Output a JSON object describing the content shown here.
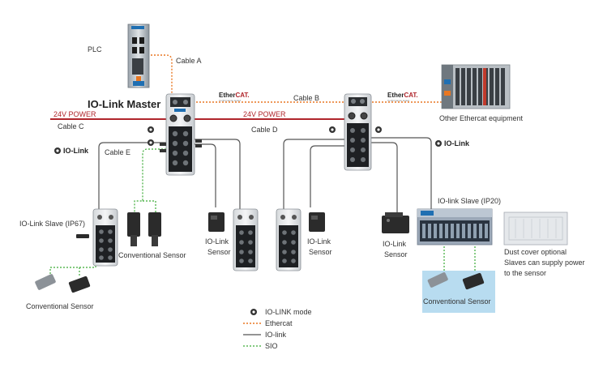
{
  "labels": {
    "plc": "PLC",
    "cable_a": "Cable A",
    "cable_b": "Cable B",
    "cable_c": "Cable C",
    "cable_d": "Cable D",
    "cable_e": "Cable E",
    "master_title": "IO-Link Master",
    "power_left": "24V POWER",
    "power_right": "24V POWER",
    "iolink_left": "IO-Link",
    "iolink_right": "IO-Link",
    "other_ethercat": "Other Ethercat equipment",
    "slave_ip67": "IO-Link Slave (IP67)",
    "slave_ip20": "IO-link Slave (IP20)",
    "conv_sensor_left": "Conventional Sensor",
    "conv_sensor_mid": "Conventional Sensor",
    "conv_sensor_right": "Conventional Sensor",
    "iolink_sensor_1_l1": "IO-Link",
    "iolink_sensor_1_l2": "Sensor",
    "iolink_sensor_2_l1": "IO-Link",
    "iolink_sensor_2_l2": "Sensor",
    "iolink_sensor_3_l1": "IO-Link",
    "iolink_sensor_3_l2": "Sensor",
    "dust_cover_1": "Dust cover optional",
    "dust_cover_2": "Slaves can supply power",
    "dust_cover_3": "to the sensor"
  },
  "ethercat_logo": {
    "text_ether": "Ether",
    "text_cat": "CAT.",
    "sub": "Conformance tested"
  },
  "legend": {
    "mode": "IO-LINK mode",
    "ethercat": "Ethercat",
    "iolink": "IO-link",
    "sio": "SIO"
  },
  "colors": {
    "ethercat": "#e87722",
    "iolink": "#555555",
    "sio": "#3aaa35",
    "power": "#b0262c",
    "highlight": "#b8dcf0"
  }
}
